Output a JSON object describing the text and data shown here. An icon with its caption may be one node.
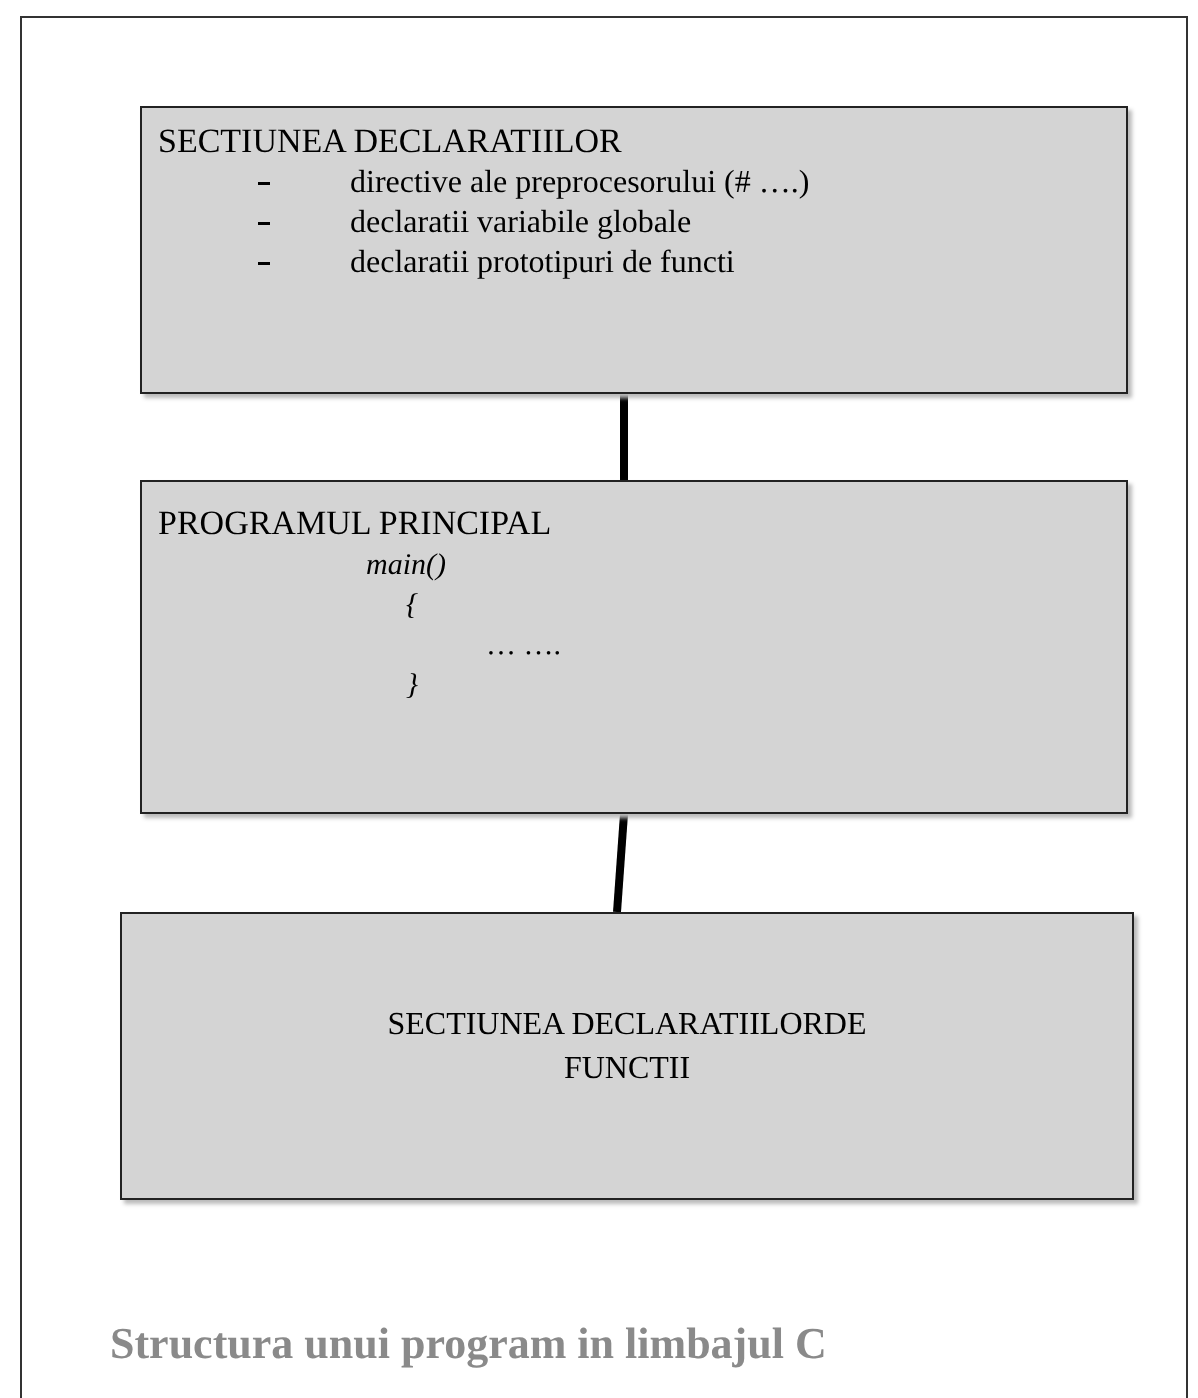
{
  "diagram": {
    "caption": "Structura unui program in limbajul C",
    "nodes": [
      {
        "text": [
          "SECTIUNEA DECLARATIILOR",
          "directive ale preprocesorului (# ….)",
          "declaratii variabile globale",
          "declaratii prototipuri de functi"
        ]
      },
      {
        "text": [
          "PROGRAMUL PRINCIPAL",
          "main()",
          "{",
          "… ….",
          "}"
        ]
      },
      {
        "text": [
          "SECTIUNEA DECLARATIILORDE FUNCTII"
        ]
      }
    ],
    "edges": [
      {
        "from": 0,
        "to": 1,
        "arrow": "none"
      },
      {
        "from": 1,
        "to": 2,
        "arrow": "none"
      }
    ]
  }
}
